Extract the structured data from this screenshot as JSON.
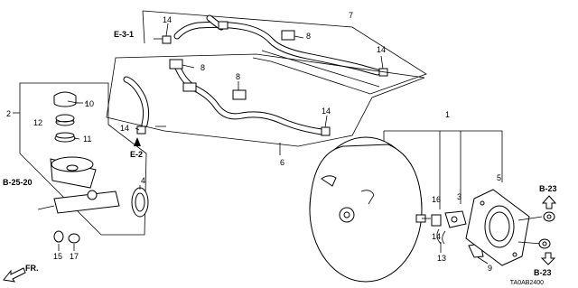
{
  "callouts": {
    "c1": "1",
    "c2": "2",
    "c3": "3",
    "c4": "4",
    "c5": "5",
    "c6": "6",
    "c7": "7",
    "c8a": "8",
    "c8b": "8",
    "c8c": "8",
    "c9": "9",
    "c10": "10",
    "c11": "11",
    "c12": "12",
    "c13": "13",
    "c14a": "14",
    "c14b": "14",
    "c14c": "14",
    "c14d": "14",
    "c14e": "14",
    "c15": "15",
    "c16": "16",
    "c17": "17"
  },
  "references": {
    "e31": "E-3-1",
    "e2": "E-2",
    "b2520": "B-25-20",
    "b23_top": "B-23",
    "b23_bottom": "B-23",
    "front": "FR."
  },
  "diagram_code": "TA0AB2400"
}
